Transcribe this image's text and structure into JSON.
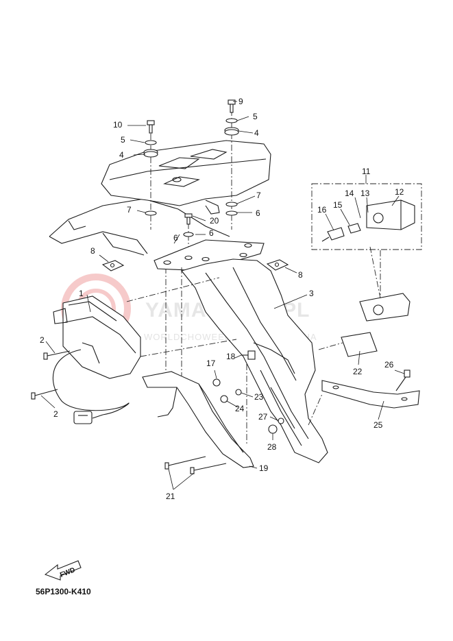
{
  "diagram_code": "56P1300-K410",
  "direction_label": "FWD",
  "watermark": {
    "brand": "YAMASKLEP.PL",
    "tagline": "WORLDCHOWEEL DEALER YAMAHA"
  },
  "callouts": {
    "c1": "1",
    "c2a": "2",
    "c2b": "2",
    "c3": "3",
    "c4a": "4",
    "c4b": "4",
    "c5a": "5",
    "c5b": "5",
    "c6a": "6",
    "c6b": "6",
    "c6c": "6",
    "c7a": "7",
    "c7b": "7",
    "c8a": "8",
    "c8b": "8",
    "c9": "9",
    "c10": "10",
    "c11": "11",
    "c12": "12",
    "c13": "13",
    "c14": "14",
    "c15": "15",
    "c16": "16",
    "c17": "17",
    "c18": "18",
    "c19": "19",
    "c20": "20",
    "c21": "21",
    "c22": "22",
    "c23": "23",
    "c24": "24",
    "c25": "25",
    "c26": "26",
    "c27": "27",
    "c28": "28"
  }
}
